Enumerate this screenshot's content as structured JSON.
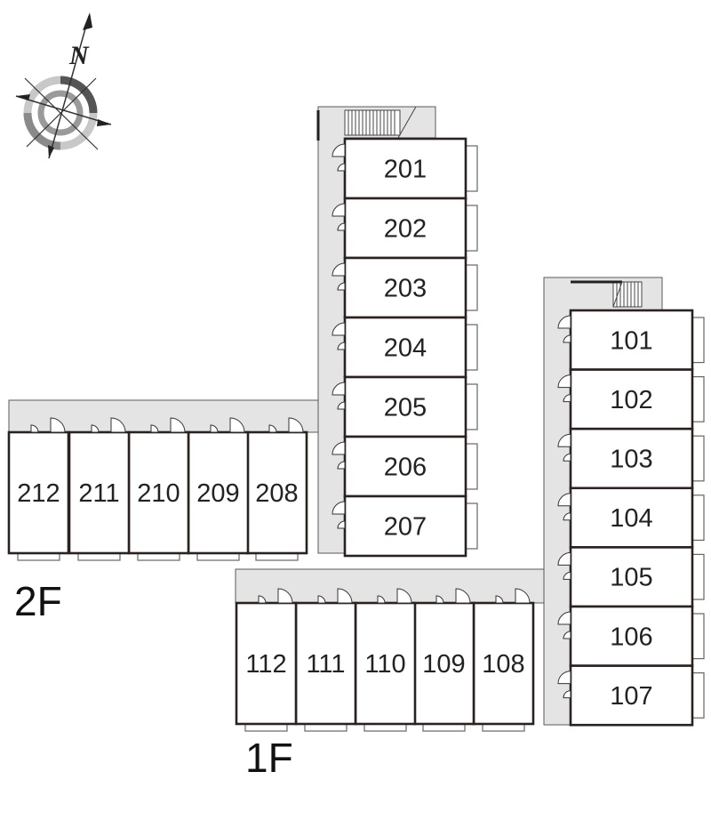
{
  "compass": {
    "label": "N"
  },
  "floors": [
    {
      "label": "2F",
      "rooms": [
        "201",
        "202",
        "203",
        "204",
        "205",
        "206",
        "207",
        "208",
        "209",
        "210",
        "211",
        "212"
      ]
    },
    {
      "label": "1F",
      "rooms": [
        "101",
        "102",
        "103",
        "104",
        "105",
        "106",
        "107",
        "108",
        "109",
        "110",
        "111",
        "112"
      ]
    }
  ],
  "colors": {
    "wall": "#2a2220",
    "corridor": "#e4e4e4",
    "text": "#222222"
  }
}
